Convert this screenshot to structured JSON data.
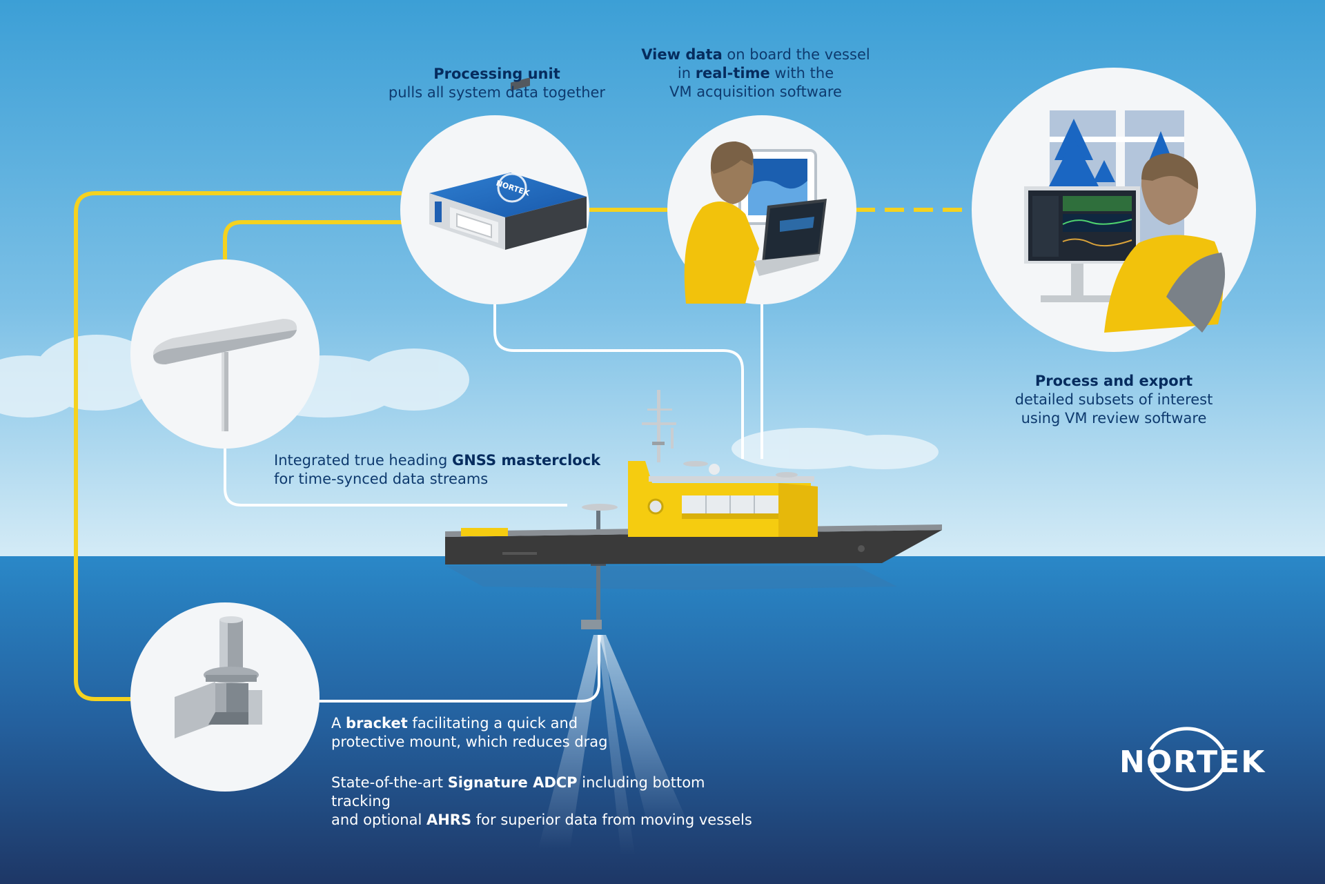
{
  "captions": {
    "processing": {
      "bold": "Processing unit",
      "line2": "pulls all system data together"
    },
    "view": {
      "bold1": "View data",
      "rest1": " on board the vessel",
      "pre2": "in ",
      "bold2": "real-time",
      "rest2": " with the",
      "line3": "VM acquisition software"
    },
    "export": {
      "bold": "Process and export",
      "line2": "detailed subsets of interest",
      "line3": "using VM review software"
    },
    "gnss": {
      "pre": "Integrated true heading ",
      "bold": "GNSS masterclock",
      "line2": "for time-synced data streams"
    },
    "bracket": {
      "pre": "A ",
      "bold": "bracket",
      "rest": " facilitating a quick and",
      "line2": "protective mount, which reduces drag"
    },
    "adcp": {
      "pre": "State-of-the-art ",
      "bold": "Signature ADCP",
      "rest": " including bottom tracking",
      "pre2": "and optional ",
      "bold2": "AHRS",
      "rest2": " for superior data from moving vessels"
    }
  },
  "processing_unit_logo": "NORTEK",
  "logo": {
    "text": "NORTEK"
  },
  "colors": {
    "sky_top": "#3fa1d6",
    "sky_bottom": "#cde7f4",
    "sea_top": "#2b86c6",
    "sea_bottom": "#1f3a6a",
    "cable_yellow": "#f5d21f",
    "cable_white": "#ffffff",
    "vessel_yellow": "#f5cc10",
    "hull": "#3a3a3a",
    "text_dark": "#0e3a6e"
  },
  "icons": [
    "gnss-antenna-icon",
    "processing-unit-icon",
    "laptop-user-icon",
    "workstation-user-icon",
    "adcp-bracket-icon",
    "vessel-icon",
    "nortek-logo-icon"
  ]
}
